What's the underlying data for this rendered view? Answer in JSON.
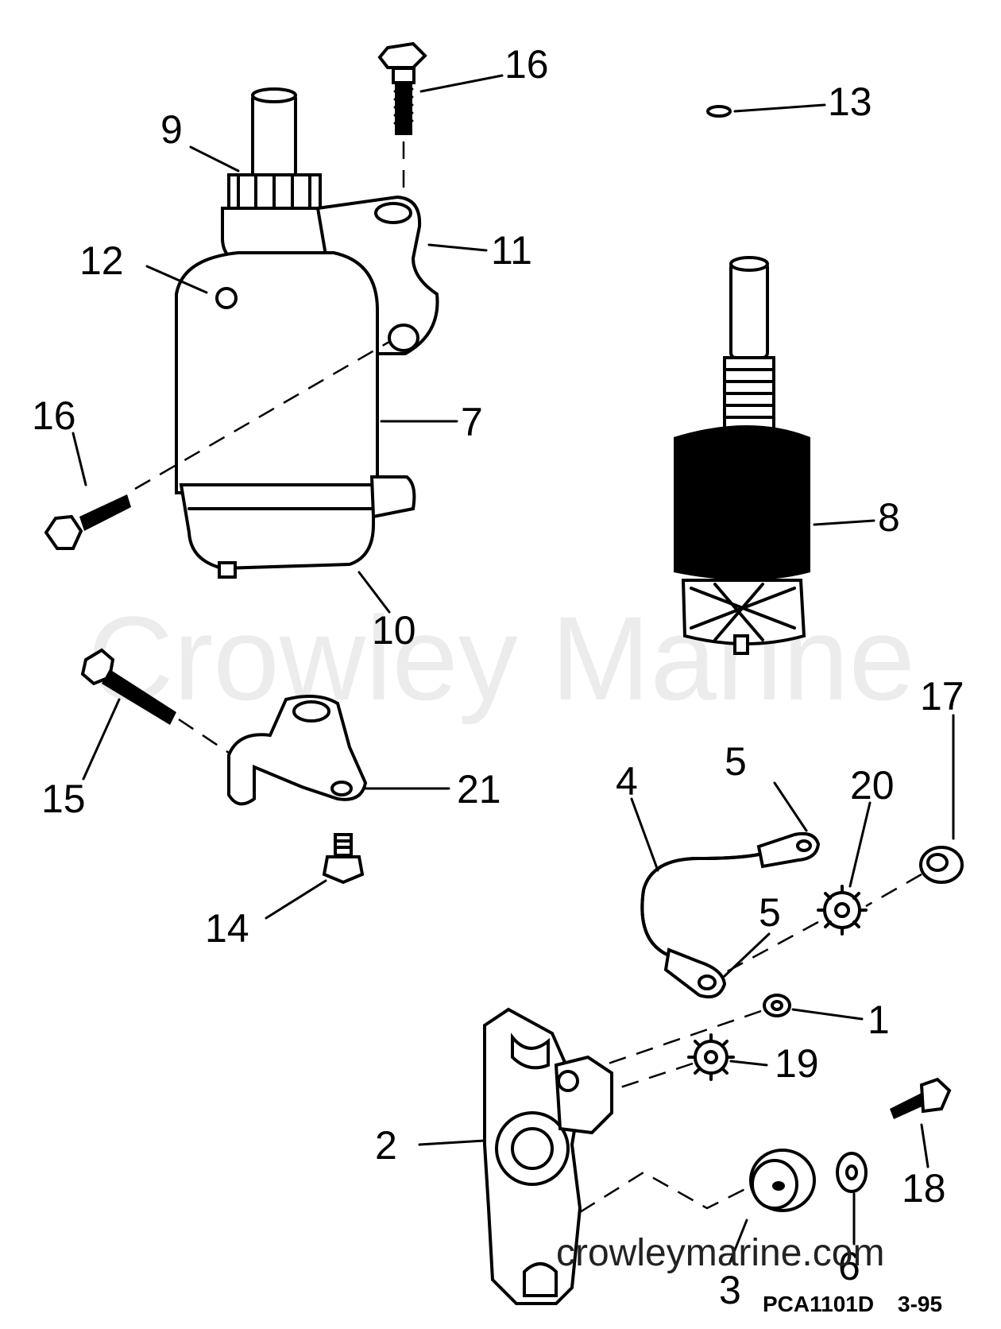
{
  "watermark": "Crowley Marine",
  "site_url": "crowleymarine.com",
  "drawing_code": "PCA1101D",
  "drawing_date": "3-95",
  "callouts": [
    "16",
    "13",
    "9",
    "11",
    "12",
    "16",
    "7",
    "8",
    "10",
    "17",
    "15",
    "21",
    "5",
    "4",
    "20",
    "14",
    "5",
    "1",
    "19",
    "2",
    "6",
    "18",
    "3"
  ]
}
